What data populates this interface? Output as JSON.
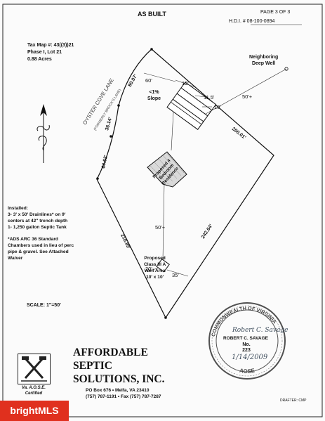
{
  "header": {
    "title": "AS BUILT",
    "page": "PAGE 3 OF 3",
    "hdi": "H.D.I. #  08-100-0894"
  },
  "parcel": {
    "tax_map": "Tax Map #: 43((3))21",
    "phase_lot": "Phase I, Lot 21",
    "acres": "0.88 Acres"
  },
  "road": {
    "name": "OYSTER COVE LANE",
    "former_name": "(FORMERLY BROCK'S LANE)"
  },
  "well": {
    "line1": "Neighboring",
    "line2": "Deep Well"
  },
  "slope": {
    "line1": "<1%",
    "line2": "Slope"
  },
  "dimensions": {
    "d_80_07": "80.07'",
    "d_36_14": "36.14'",
    "d_64_62": "64.62'",
    "d_200_01": "200.01'",
    "d_242_64": "242.64'",
    "d_210_89": "210.89'",
    "d_60": "60'",
    "d_10a": "10'",
    "d_11_5": "11.5'",
    "d_10b": "10'",
    "d_50_plus_well": "50'+",
    "d_50_plus": "50'+",
    "d_20": "20'",
    "d_35": "35'"
  },
  "residence": {
    "line1": "Proposed 4",
    "line2": "Bedroom",
    "line3": "Residence"
  },
  "installed": {
    "line1": "Installed:",
    "line2": "3- 3' x 50' Drainlines* on 9'",
    "line3": "centers at 42\" trench depth",
    "line4": "1- 1,250 gallon Septic Tank"
  },
  "ads_note": {
    "line1": "*ADS ARC 36 Standard",
    "line2": "Chambers used in lieu of perc",
    "line3": "pipe & gravel. See Attached",
    "line4": "Waiver"
  },
  "well_area": {
    "line1": "Proposed",
    "line2": "Class III A",
    "line3": "Well Area",
    "line4": "10' x 10'"
  },
  "scale": "SCALE: 1\"=50'",
  "seal": {
    "ring_top": "COMMONWEALTH OF VIRGINIA",
    "signature": "Robert C. Savage",
    "name": "ROBERT C. SAVAGE",
    "no_label": "No.",
    "no_value": "223",
    "date": "1/14/2009",
    "ring_bottom": "AOSE"
  },
  "company": {
    "line1": "AFFORDABLE",
    "line2": "SEPTIC",
    "line3": "SOLUTIONS, INC.",
    "address": "PO Box 676 • Melfa, VA 23410",
    "phones": "(757) 787-1191 • Fax (757) 787-7287"
  },
  "logo": {
    "line1": "Va. A.O.S.E.",
    "line2": "Certified"
  },
  "drafter": "DRAFTER: CMP",
  "watermark": "brightMLS"
}
